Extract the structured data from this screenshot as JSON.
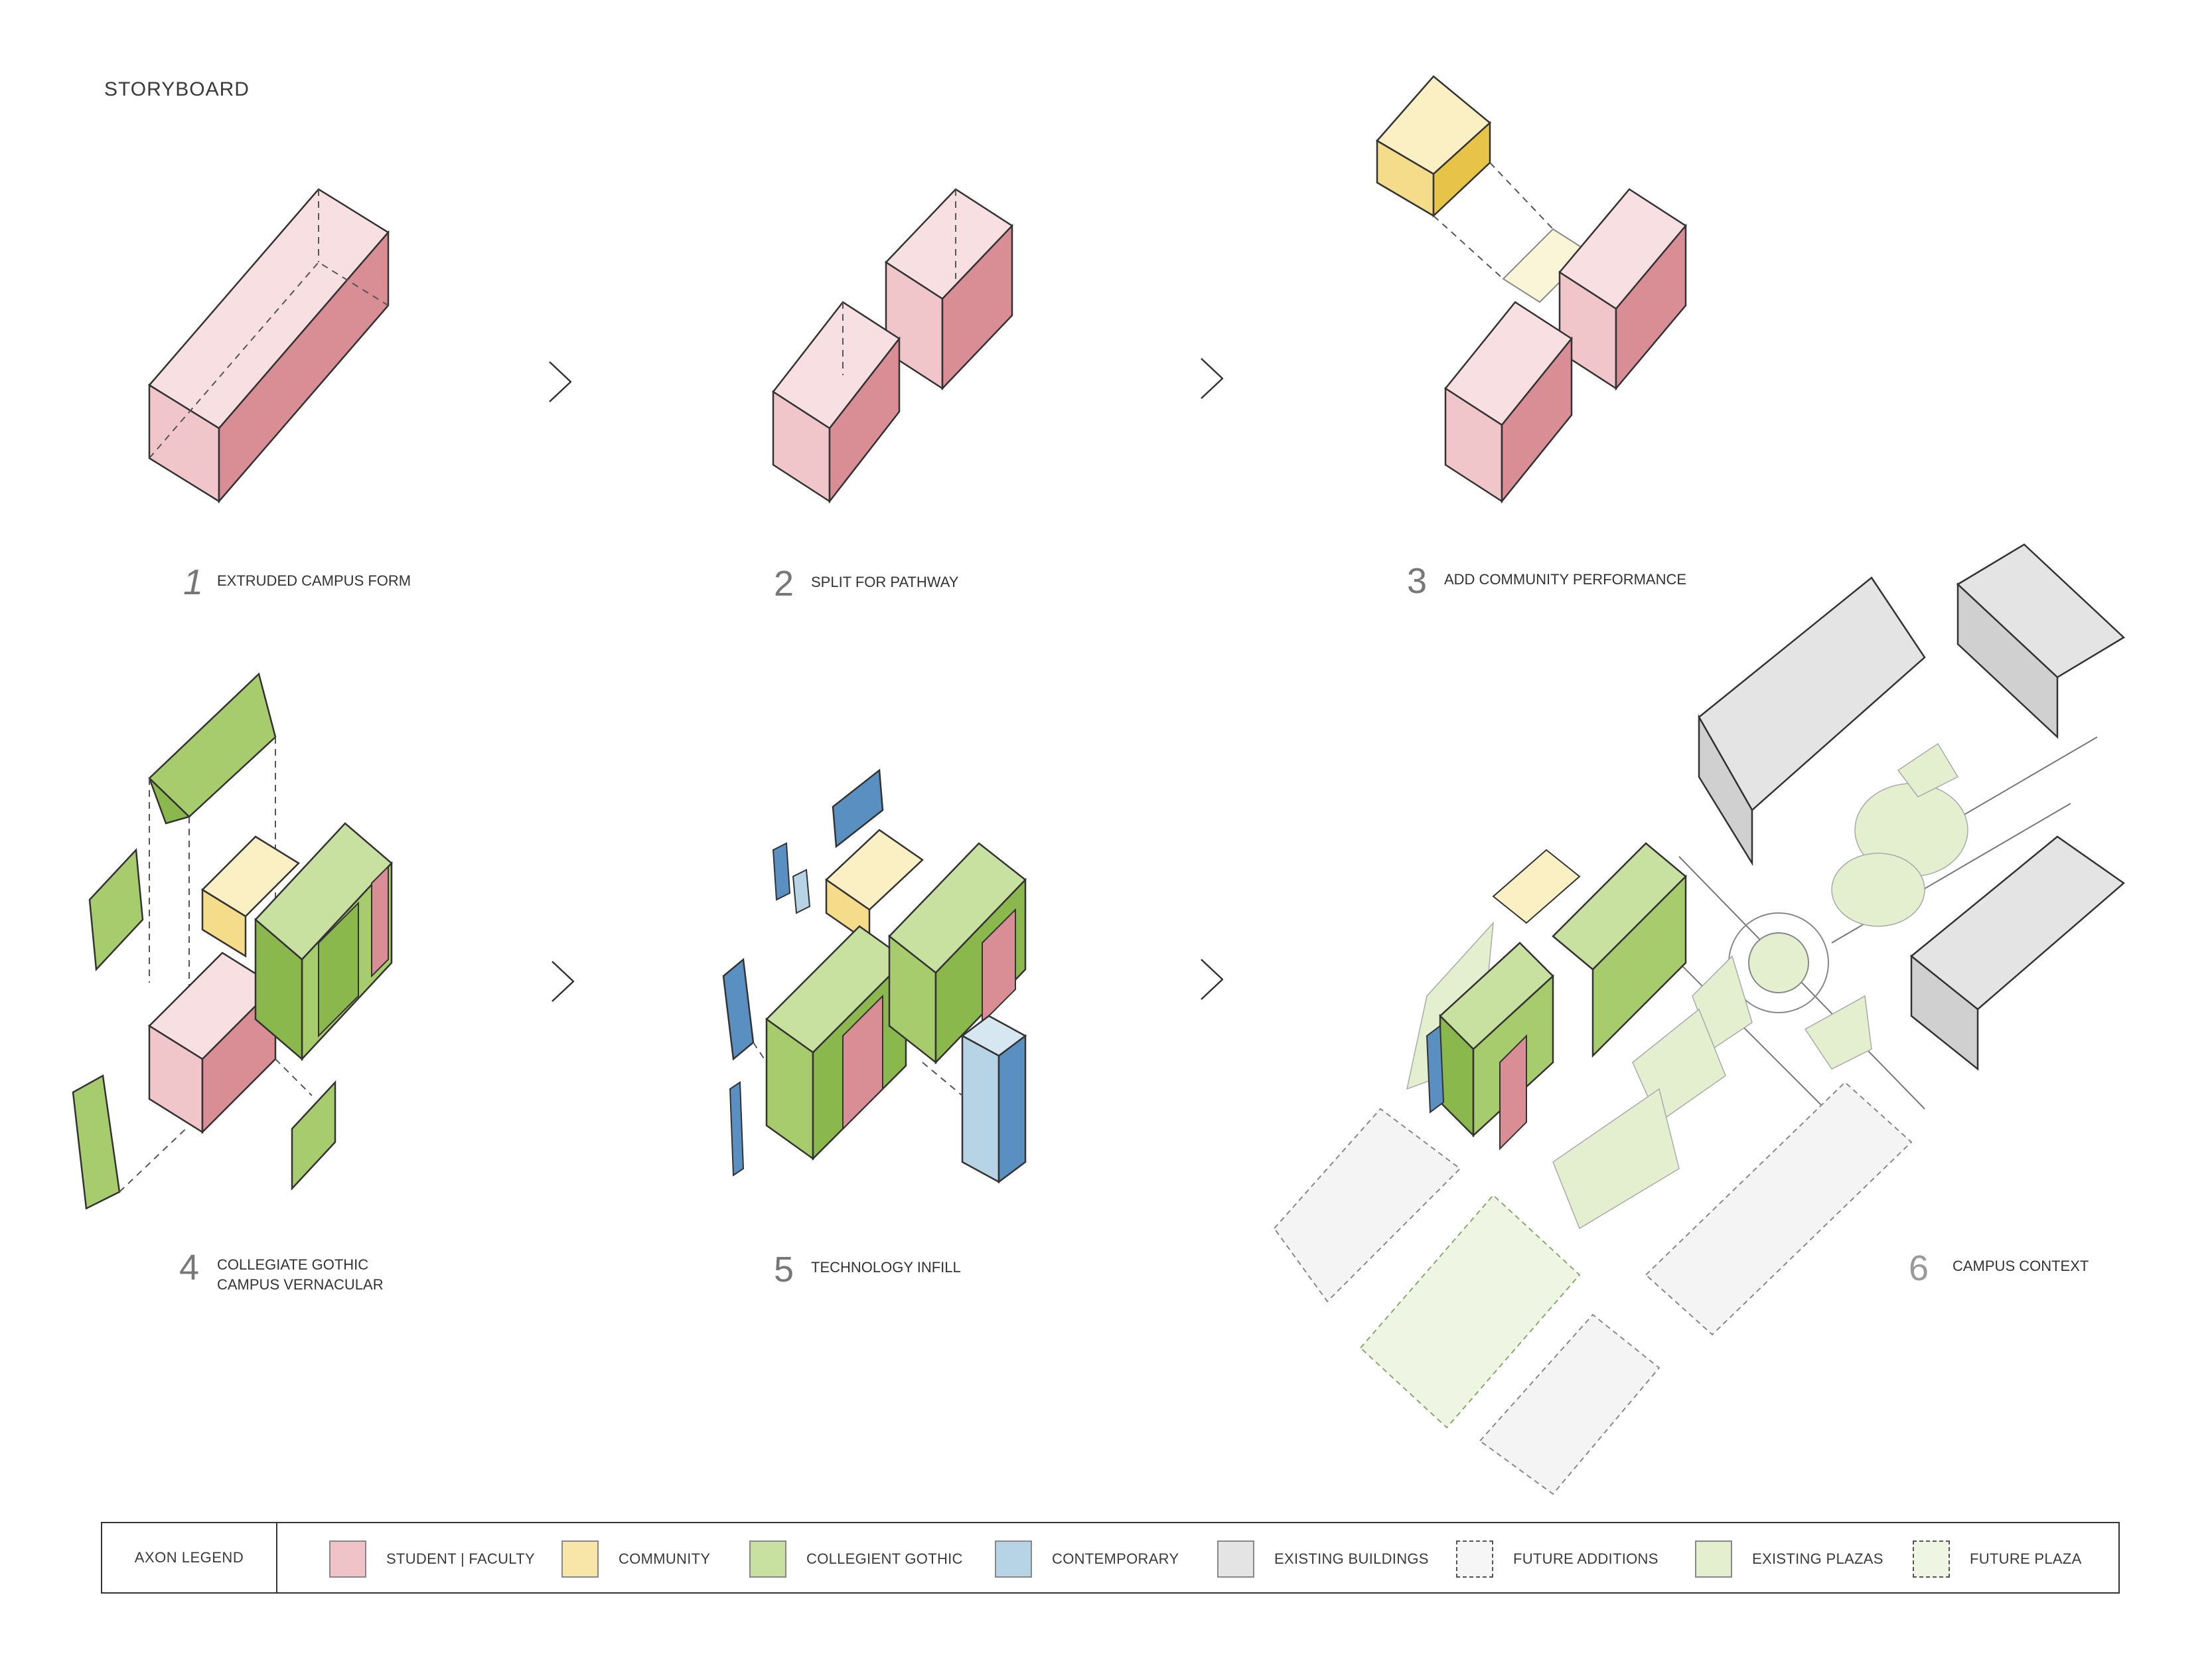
{
  "title": "STORYBOARD",
  "colors": {
    "student_faculty": "#efc3c8",
    "student_faculty_dark": "#d98d94",
    "community": "#f7e6a8",
    "community_dark": "#e7c447",
    "gothic": "#c8e0a0",
    "gothic_dark": "#8ab84c",
    "contemporary": "#b7d3e6",
    "contemporary_dark": "#5a8fc2",
    "existing_buildings": "#e4e4e4",
    "existing_plazas": "#e3efcf"
  },
  "steps": [
    {
      "num": "1",
      "label": "EXTRUDED CAMPUS FORM"
    },
    {
      "num": "2",
      "label": "SPLIT FOR PATHWAY"
    },
    {
      "num": "3",
      "label": "ADD COMMUNITY PERFORMANCE"
    },
    {
      "num": "4",
      "label": "COLLEGIATE GOTHIC",
      "label2": "CAMPUS VERNACULAR"
    },
    {
      "num": "5",
      "label": "TECHNOLOGY INFILL"
    },
    {
      "num": "6",
      "label": "CAMPUS CONTEXT"
    }
  ],
  "legend": {
    "title": "AXON LEGEND",
    "items": [
      {
        "label": "STUDENT | FACULTY",
        "icon": "swatch-pink"
      },
      {
        "label": "COMMUNITY",
        "icon": "swatch-yellow"
      },
      {
        "label": "COLLEGIENT GOTHIC",
        "icon": "swatch-green"
      },
      {
        "label": "CONTEMPORARY",
        "icon": "swatch-blue"
      },
      {
        "label": "EXISTING BUILDINGS",
        "icon": "swatch-grey"
      },
      {
        "label": "FUTURE ADDITIONS",
        "icon": "swatch-dashed-grey"
      },
      {
        "label": "EXISTING PLAZAS",
        "icon": "swatch-light-green"
      },
      {
        "label": "FUTURE PLAZA",
        "icon": "swatch-dashed-green"
      }
    ]
  }
}
